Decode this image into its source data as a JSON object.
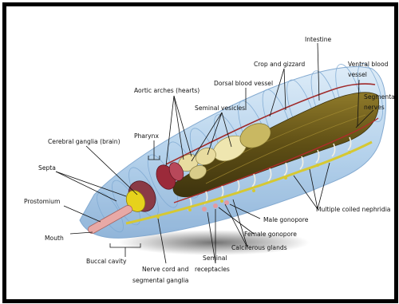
{
  "figure": {
    "labels": {
      "intestine": "Intestine",
      "crop_gizzard": "Crop and gizzard",
      "ventral_vessel_1": "Ventral blood",
      "ventral_vessel_2": "vessel",
      "dorsal_vessel": "Dorsal blood vessel",
      "segmental_nerves_1": "Segmental",
      "segmental_nerves_2": "nerves",
      "aortic_arches": "Aortic arches (hearts)",
      "seminal_vesicles": "Seminal vesicles",
      "pharynx": "Pharynx",
      "cerebral_ganglia": "Cerebral ganglia (brain)",
      "septa": "Septa",
      "prostomium": "Prostomium",
      "mouth": "Mouth",
      "buccal_cavity": "Buccal cavity",
      "nerve_cord_1": "Nerve cord and",
      "nerve_cord_2": "segmental ganglia",
      "seminal_receptacles_1": "Seminal",
      "seminal_receptacles_2": "receptacles",
      "calciferous_glands": "Calciferous glands",
      "female_gonopore": "Female gonopore",
      "male_gonopore": "Male gonopore",
      "nephridia": "Multiple coiled nephridia"
    },
    "colors": {
      "outer_body": "#bcd8f0",
      "body_edge": "#6f9cc9",
      "gut_brown": "#6b5a1e",
      "seminal_vesicle": "#e8dca0",
      "aortic_arch_red": "#9b2a3a",
      "cerebral_yellow": "#e6d21c",
      "prostomium_pink": "#e8a9a6",
      "nerve_cord_yellow": "#d6c832",
      "frame": "#000000"
    }
  }
}
